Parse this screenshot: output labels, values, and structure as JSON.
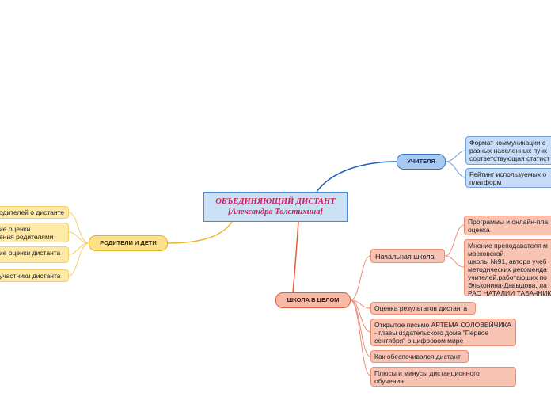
{
  "central": {
    "line1": "ОБЪЕДИНЯЮЩИЙ ДИСТАНТ",
    "line2": "[Александра Толстихина]"
  },
  "teachers": {
    "label": "УЧИТЕЛЯ",
    "items": [
      [
        "Формат коммуникации с",
        "разных населенных пунк",
        "соответствующая статист"
      ],
      [
        "Рейтинг используемых о",
        "платформ"
      ]
    ]
  },
  "parents": {
    "label": "РОДИТЕЛИ И ДЕТИ",
    "items": [
      [
        "одителей о дистанте"
      ],
      [
        "ие оценки",
        "ения родителями"
      ],
      [
        "ие оценки дистанта"
      ],
      [
        "участники дистанта"
      ]
    ]
  },
  "school": {
    "label": "ШКОЛА В ЦЕЛОМ",
    "primary": {
      "label": "Начальная школа",
      "items": [
        [
          "Программы и онлайн-пла",
          "оценка"
        ],
        [
          "Мнение преподавателя м",
          "московской",
          "школы №91, автора учеб",
          "методических рекоменда",
          "учителей,работающих по",
          "Эльконина-Давыдова, ла",
          "РАО НАТАЛИИ ТАБАЧНИК"
        ]
      ]
    },
    "items": [
      [
        "Оценка результатов дистанта"
      ],
      [
        "Открытое письмо АРТЕМА СОЛОВЕЙЧИКА",
        "- главы издательского дома \"Первое",
        "сентября\" о цифровом мире"
      ],
      [
        "Как обеспечивался дистант"
      ],
      [
        "Плюсы и минусы дистанционного",
        "обучения"
      ]
    ]
  },
  "colors": {
    "central_text": "#d21c5b",
    "teachers_link": "#1f5fbf",
    "parents_link": "#f0b429",
    "school_link": "#e0603a"
  }
}
